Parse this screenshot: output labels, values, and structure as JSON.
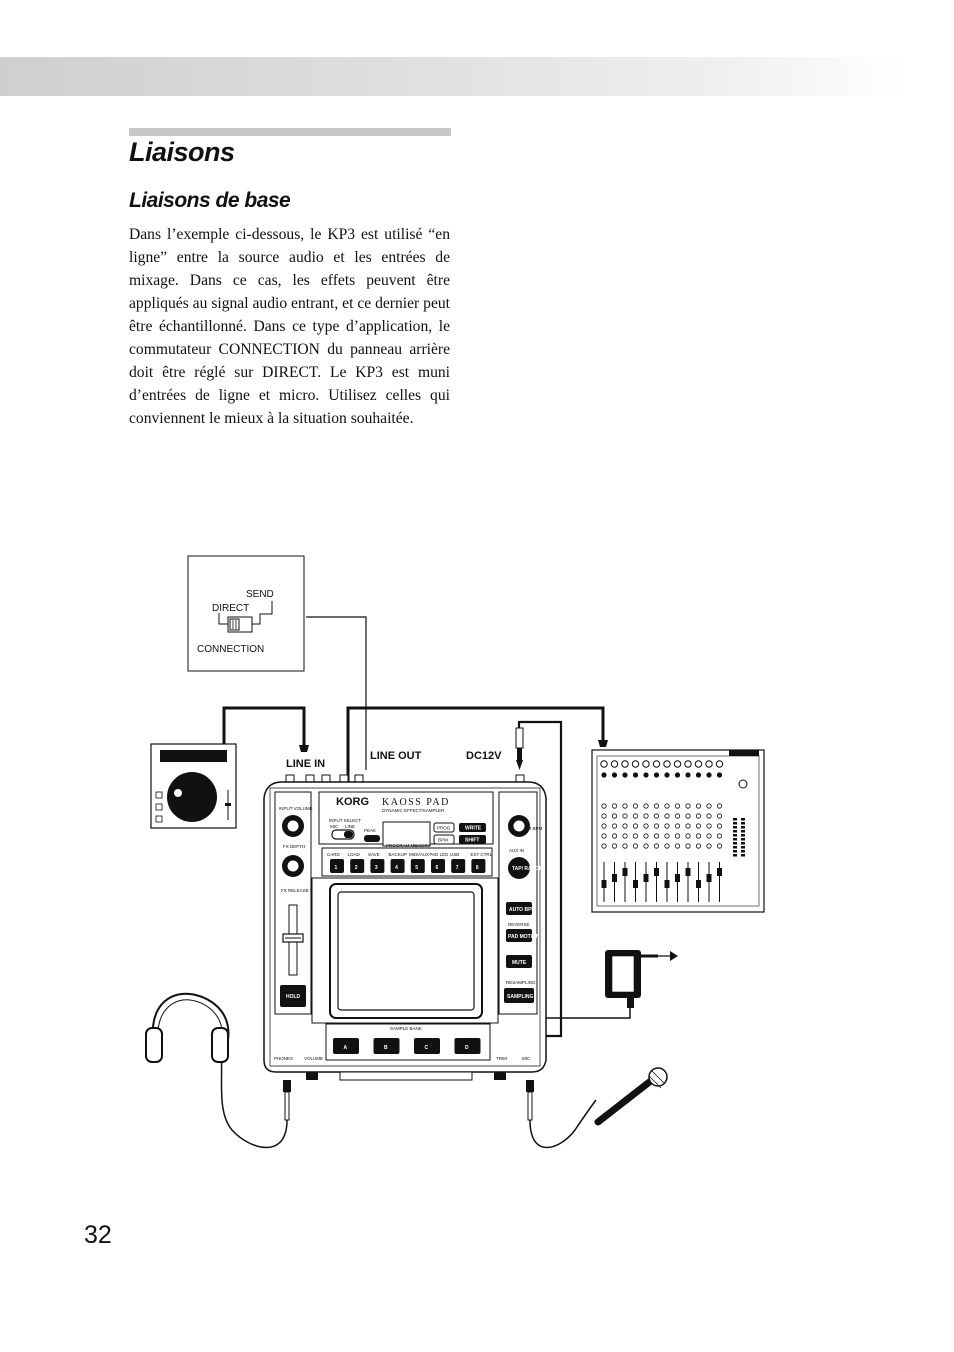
{
  "header": {
    "title": "Liaisons",
    "subtitle": "Liaisons de base"
  },
  "body": {
    "paragraph": "Dans l’exemple ci-dessous, le KP3 est utilisé “en ligne” entre la source audio et les entrées de mixage. Dans ce cas, les effets peuvent être appliqués au signal audio entrant, et ce dernier peut être échantillonné. Dans ce type d’application, le commutateur CONNECTION du panneau arrière doit être réglé sur DIRECT. Le KP3 est muni d’entrées de ligne et micro. Utilisez celles qui conviennent le mieux à la situation souhaitée."
  },
  "diagram": {
    "inset": {
      "send": "SEND",
      "direct": "DIRECT",
      "connection": "CONNECTION"
    },
    "jacks": {
      "line_in": "LINE IN",
      "line_out": "LINE OUT",
      "dc12v": "DC12V"
    },
    "kp3": {
      "brand": "KORG",
      "model": "KAOSS PAD",
      "model_sub": "DYNAMIC EFFECT/SAMPLER",
      "input_volume": "INPUT VOLUME",
      "fx_depth": "FX DEPTH",
      "fx_release": "FX RELEASE LEVEL",
      "input_select": "INPUT SELECT",
      "mic": "MIC",
      "line": "LINE",
      "peak": "PEAK",
      "prog": "PROG",
      "write": "WRITE",
      "bpm": "BPM",
      "shift": "SHIFT",
      "program_memory": "PROGRAM MEMORY",
      "fn_labels": [
        "CARD",
        "LOAD",
        "SAVE",
        "BACKUP",
        "MIDI/AUX",
        "PAD LED",
        "USB",
        "EXT CTRL"
      ],
      "memory_buttons": [
        "1",
        "2",
        "3",
        "4",
        "5",
        "6",
        "7",
        "8"
      ],
      "program_bpm": "PROGRAM BPM",
      "auxin": "AUX IN",
      "tap_range": "TAP/ RANGE",
      "auto_bpm": "AUTO BPM",
      "reverse": "REVERSE",
      "pad_motion": "PAD MOTION",
      "mute": "MUTE",
      "resampling": "RESAMPLING",
      "sampling": "SAMPLING",
      "hold": "HOLD",
      "sample_bank": "SAMPLE BANK",
      "bank_buttons": [
        "A",
        "B",
        "C",
        "D"
      ],
      "phones": "PHONES",
      "volume": "VOLUME",
      "trim": "TRIM",
      "mic_in": "MIC"
    }
  },
  "footer": {
    "page_number": "32"
  }
}
